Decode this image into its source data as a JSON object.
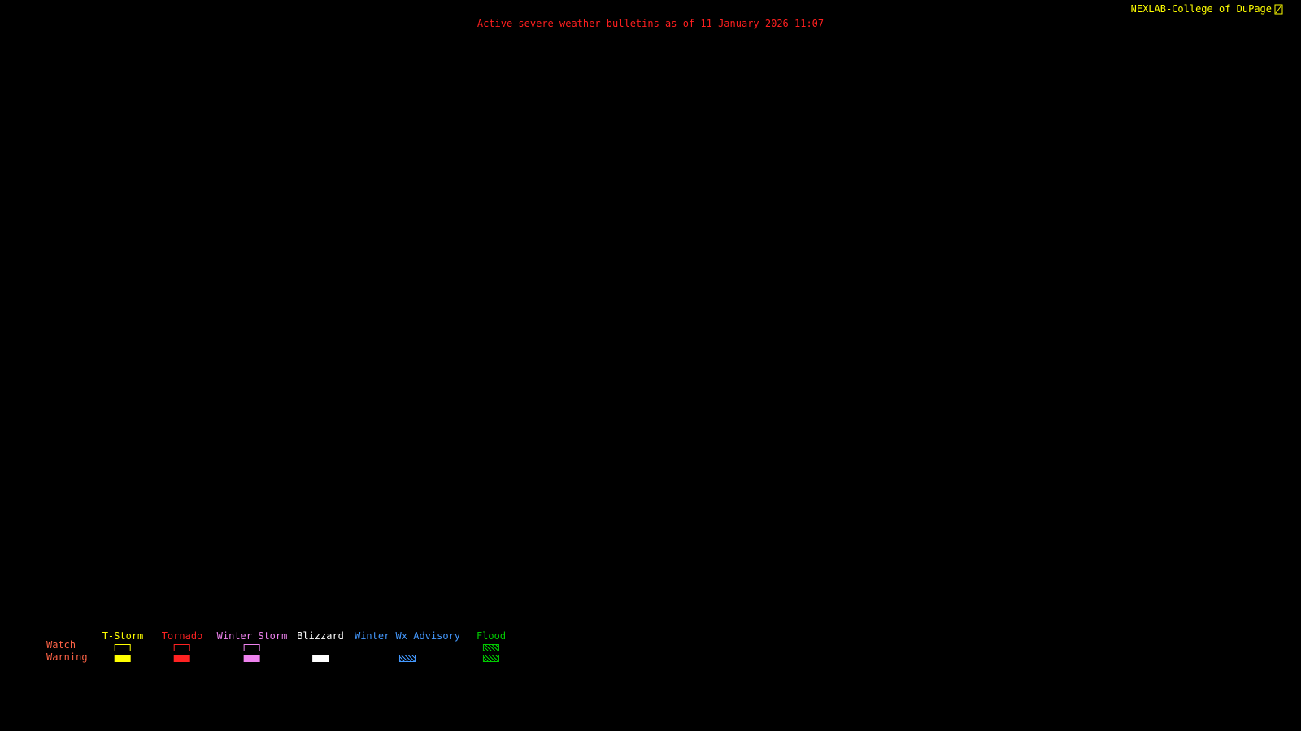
{
  "header": {
    "title": "Active severe weather bulletins as of 11 January 2026 11:07",
    "title_color": "#ff1f1f",
    "brand": "NEXLAB-College of DuPage",
    "brand_color": "#ffff00"
  },
  "legend": {
    "watch_label": "Watch",
    "warning_label": "Warning",
    "row_label_color": "#ff6347",
    "columns": [
      {
        "id": "tstorm",
        "label": "T-Storm",
        "color": "#ffff00",
        "watch": "outline",
        "warning": "fill"
      },
      {
        "id": "tornado",
        "label": "Tornado",
        "color": "#ff2222",
        "watch": "outline",
        "warning": "fill"
      },
      {
        "id": "winter-storm",
        "label": "Winter Storm",
        "color": "#ee82ee",
        "watch": "outline",
        "warning": "fill"
      },
      {
        "id": "blizzard",
        "label": "Blizzard",
        "color": "#ffffff",
        "watch": "none",
        "warning": "fill"
      },
      {
        "id": "winter-wx-advisory",
        "label": "Winter Wx Advisory",
        "color": "#4499ff",
        "watch": "none",
        "warning": "hatch"
      },
      {
        "id": "flood",
        "label": "Flood",
        "color": "#00cc00",
        "watch": "hatch",
        "warning": "hatch"
      }
    ]
  }
}
